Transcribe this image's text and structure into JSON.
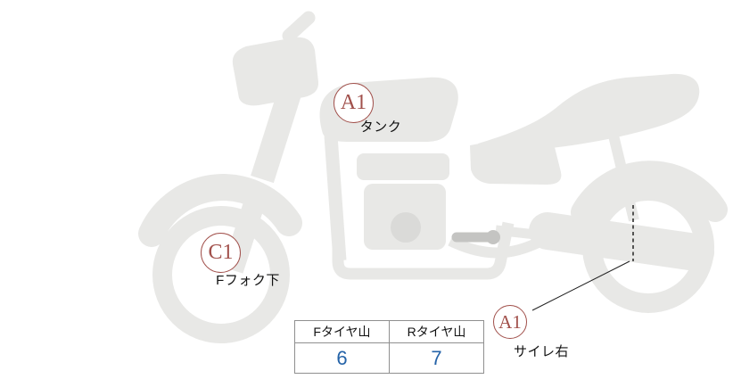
{
  "diagram": {
    "markers": [
      {
        "code": "A1",
        "caption": "タンク"
      },
      {
        "code": "C1",
        "caption": "Fフォク下"
      },
      {
        "code": "A1",
        "caption": "サイレ右"
      }
    ],
    "marker_color": "#a1504b",
    "art_color": "#e8e8e6"
  },
  "tire_table": {
    "columns": [
      {
        "header": "Fタイヤ山",
        "value": "6"
      },
      {
        "header": "Rタイヤ山",
        "value": "7"
      }
    ],
    "value_color": "#2563a8",
    "border_color": "#8f8f8f"
  }
}
